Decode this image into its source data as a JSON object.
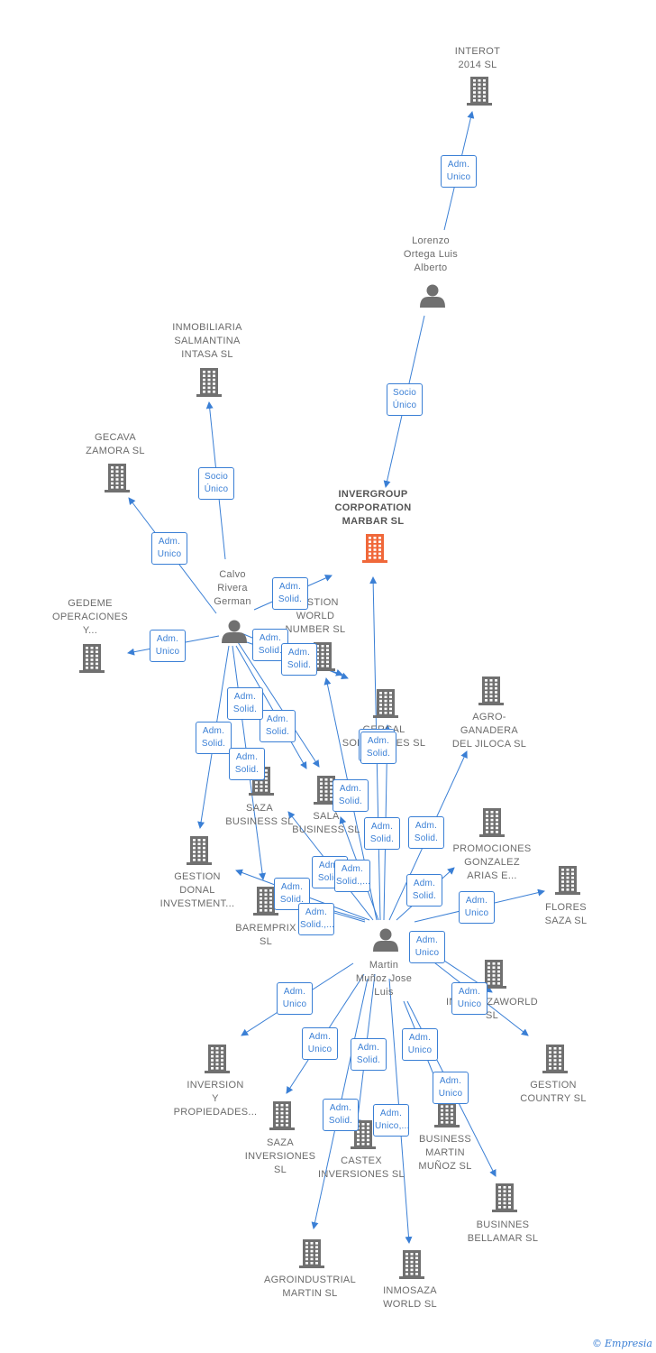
{
  "colors": {
    "edge": "#3a7fd5",
    "company_icon": "#707070",
    "focus_icon": "#f0683a",
    "person_icon": "#707070"
  },
  "nodes": [
    {
      "id": "interot",
      "type": "company",
      "label": "INTEROT\n2014  SL"
    },
    {
      "id": "lorenzo",
      "type": "person",
      "label": "Lorenzo\nOrtega Luis\nAlberto"
    },
    {
      "id": "inmobiliaria",
      "type": "company",
      "label": "INMOBILIARIA\nSALMANTINA\nINTASA SL"
    },
    {
      "id": "gecava",
      "type": "company",
      "label": "GECAVA\nZAMORA SL"
    },
    {
      "id": "invergroup",
      "type": "company",
      "focus": true,
      "label": "INVERGROUP\nCORPORATION\nMARBAR  SL"
    },
    {
      "id": "calvo",
      "type": "person",
      "label": "Calvo\nRivera\nGerman"
    },
    {
      "id": "gedeme",
      "type": "company",
      "label": "GEDEME\nOPERACIONES\nY..."
    },
    {
      "id": "gestion_world",
      "type": "company",
      "label": "GESTION\nWORLD\nNUMBER  SL"
    },
    {
      "id": "gercal",
      "type": "company",
      "label": "GERCAL\nSOLUCIONES SL"
    },
    {
      "id": "agro_ganadera",
      "type": "company",
      "label": "AGRO-\nGANADERA\nDEL JILOCA SL"
    },
    {
      "id": "saza_business",
      "type": "company",
      "label": "SAZA\nBUSINESS  SL"
    },
    {
      "id": "sala_business",
      "type": "company",
      "label": "SALA\nBUSINESS  SL"
    },
    {
      "id": "promociones",
      "type": "company",
      "label": "PROMOCIONES\nGONZALEZ\nARIAS E..."
    },
    {
      "id": "gestion_donal",
      "type": "company",
      "label": "GESTION\nDONAL\nINVESTMENT..."
    },
    {
      "id": "flores_saza",
      "type": "company",
      "label": "FLORES\nSAZA  SL"
    },
    {
      "id": "baremprix",
      "type": "company",
      "label": "BAREMPRIX\nSL"
    },
    {
      "id": "martin",
      "type": "person",
      "label": "Martin\nMuñoz Jose\nLuis"
    },
    {
      "id": "inmosazaworld_top",
      "type": "company",
      "label": "INMOSAZAWORLD\nSL"
    },
    {
      "id": "inversion",
      "type": "company",
      "label": "INVERSION\nY\nPROPIEDADES..."
    },
    {
      "id": "gestion_country",
      "type": "company",
      "label": "GESTION\nCOUNTRY  SL"
    },
    {
      "id": "saza_inversiones",
      "type": "company",
      "label": "SAZA\nINVERSIONES\nSL"
    },
    {
      "id": "castex",
      "type": "company",
      "label": "CASTEX\nINVERSIONES SL"
    },
    {
      "id": "business_martin",
      "type": "company",
      "label": "BUSINESS\nMARTIN\nMUÑOZ  SL"
    },
    {
      "id": "businnes_bellamar",
      "type": "company",
      "label": "BUSINNES\nBELLAMAR  SL"
    },
    {
      "id": "agroindustrial",
      "type": "company",
      "label": "AGROINDUSTRIAL\nMARTIN SL"
    },
    {
      "id": "inmosaza_world",
      "type": "company",
      "label": "INMOSAZA\nWORLD  SL"
    }
  ],
  "edges": [
    {
      "from": "lorenzo",
      "to": "interot",
      "label": "Adm.\nUnico"
    },
    {
      "from": "lorenzo",
      "to": "invergroup",
      "label": "Socio\nÚnico"
    },
    {
      "from": "calvo",
      "to": "inmobiliaria",
      "label": "Socio\nÚnico"
    },
    {
      "from": "calvo",
      "to": "gecava",
      "label": "Adm.\nUnico"
    },
    {
      "from": "calvo",
      "to": "gedeme",
      "label": "Adm.\nUnico"
    },
    {
      "from": "calvo",
      "to": "gestion_world",
      "label": "Adm.\nSolid."
    },
    {
      "from": "calvo",
      "to": "gercal",
      "label": "Adm.\nSolid."
    },
    {
      "from": "calvo",
      "to": "gercal",
      "label": "Adm.\nSolid."
    },
    {
      "from": "calvo",
      "to": "saza_business",
      "label": "Adm.\nSolid."
    },
    {
      "from": "calvo",
      "to": "sala_business",
      "label": "Adm.\nSolid."
    },
    {
      "from": "calvo",
      "to": "gestion_donal",
      "label": "Adm.\nSolid."
    },
    {
      "from": "calvo",
      "to": "baremprix",
      "label": "Adm.\nSolid."
    },
    {
      "from": "martin",
      "to": "invergroup",
      "label": "Adm.\nSolid."
    },
    {
      "from": "martin",
      "to": "gestion_world",
      "label": "Adm.\nSolid."
    },
    {
      "from": "martin",
      "to": "gercal",
      "label": "Adm.\nSolid."
    },
    {
      "from": "martin",
      "to": "sala_business",
      "label": "Adm.\nSolid."
    },
    {
      "from": "martin",
      "to": "agro_ganadera",
      "label": "Adm.\nSolid."
    },
    {
      "from": "martin",
      "to": "saza_business",
      "label": "Adm.\nSolid."
    },
    {
      "from": "martin",
      "to": "promociones",
      "label": "Adm.\nSolid."
    },
    {
      "from": "martin",
      "to": "gestion_donal",
      "label": "Adm.\nSolid.,..."
    },
    {
      "from": "martin",
      "to": "baremprix",
      "label": "Adm.\nSolid."
    },
    {
      "from": "martin",
      "to": "baremprix",
      "label": "Adm.\nSolid.,..."
    },
    {
      "from": "martin",
      "to": "flores_saza",
      "label": "Adm.\nUnico"
    },
    {
      "from": "martin",
      "to": "inmosazaworld_top",
      "label": "Adm.\nUnico"
    },
    {
      "from": "martin",
      "to": "gestion_country",
      "label": "Adm.\nUnico"
    },
    {
      "from": "martin",
      "to": "inversion",
      "label": "Adm.\nUnico"
    },
    {
      "from": "martin",
      "to": "saza_inversiones",
      "label": "Adm.\nUnico"
    },
    {
      "from": "martin",
      "to": "castex",
      "label": "Adm.\nSolid."
    },
    {
      "from": "martin",
      "to": "business_martin",
      "label": "Adm.\nUnico"
    },
    {
      "from": "martin",
      "to": "businnes_bellamar",
      "label": "Adm.\nUnico"
    },
    {
      "from": "martin",
      "to": "agroindustrial",
      "label": "Adm.\nSolid."
    },
    {
      "from": "martin",
      "to": "inmosaza_world",
      "label": "Adm.\nUnico,..."
    }
  ],
  "watermark": {
    "symbol": "©",
    "text": "Empresia"
  }
}
